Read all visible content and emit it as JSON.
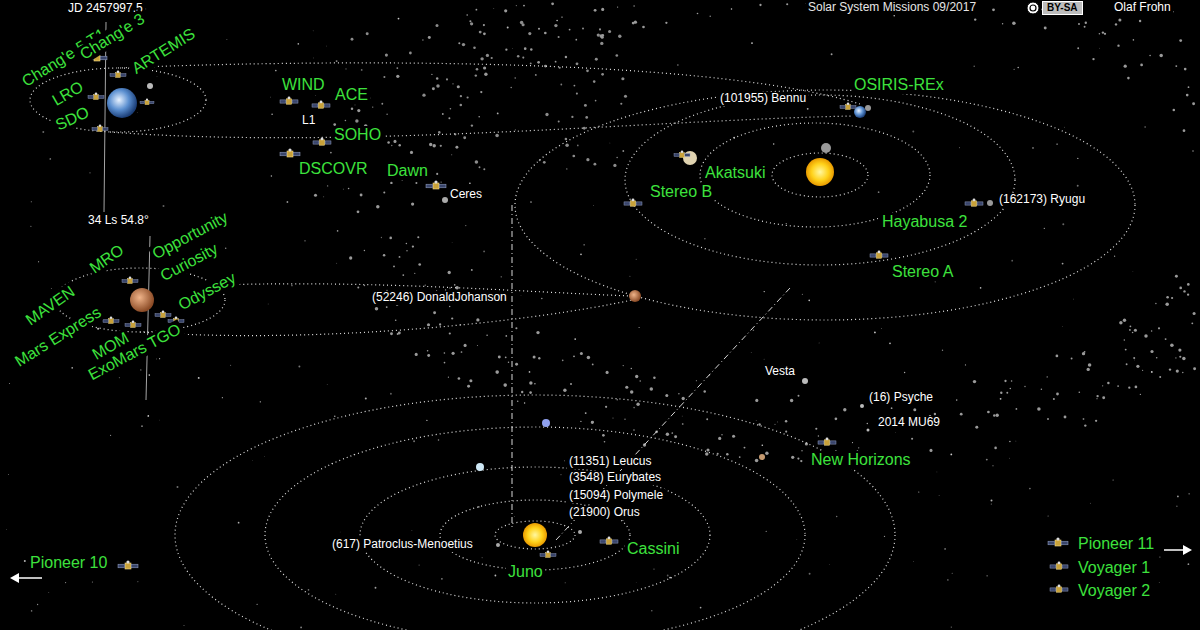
{
  "diagram": {
    "title": "Solar System Missions 09/2017",
    "labels": [
      "JD 2457997.5",
      "Chang'e 5 T1",
      "Chang'e 3",
      "LRO",
      "ARTEMIS",
      "SDO",
      "WIND",
      "ACE",
      "L1",
      "SOHO",
      "DSCOVR",
      "Dawn",
      "Ceres",
      "34 Ls 54.8°",
      "MRO",
      "Opportunity",
      "Curiosity",
      "Odyssey",
      "MAVEN",
      "Mars Express",
      "MOM",
      "ExoMars TGO",
      "(52246) DonaldJohanson",
      "(101955) Bennu",
      "OSIRIS-REx",
      "Akatsuki",
      "Stereo B",
      "(162173) Ryugu",
      "Hayabusa 2",
      "Stereo A",
      "Vesta",
      "(16) Psyche",
      "2014 MU69",
      "New Horizons",
      "(11351) Leucus",
      "(3548) Eurybates",
      "(15094) Polymele",
      "(21900) Orus",
      "(617) Patroclus-Menoetius",
      "Cassini",
      "Juno",
      "Pioneer 10",
      "Pioneer 11",
      "Voyager 1",
      "Voyager 2",
      "BY-SA",
      "Olaf Frohn"
    ]
  }
}
